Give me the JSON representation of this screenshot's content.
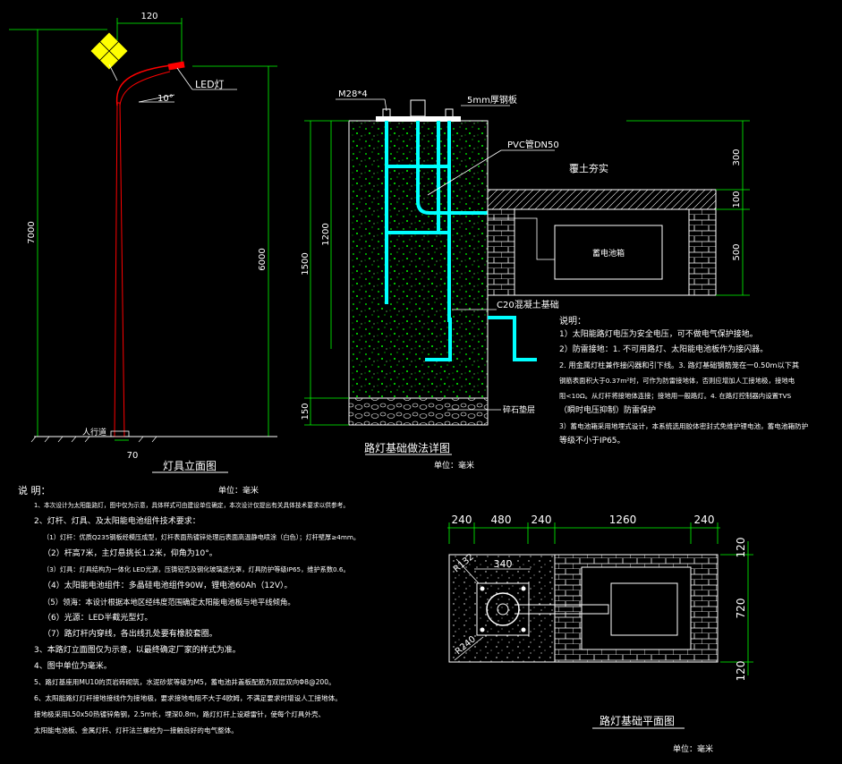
{
  "elevation": {
    "dim_top": "120",
    "dim_total_height": "7000",
    "dim_pole_height": "6000",
    "dim_base": "70",
    "angle": "10°",
    "led_label": "LED灯",
    "ground_label": "人行道",
    "title": "灯具立面图"
  },
  "foundation_detail": {
    "bolt_label": "M28*4",
    "plate_label": "5mm厚钢板",
    "pvc_label": "PVC管DN50",
    "soil_label": "覆土夯实",
    "battery_label": "蓄电池箱",
    "concrete_label": "C20混凝土基础",
    "gravel_label": "碎石垫层",
    "dim_1500": "1500",
    "dim_1200": "1200",
    "dim_150": "150",
    "dim_300": "300",
    "dim_100": "100",
    "dim_500": "500",
    "title": "路灯基础做法详图",
    "unit": "单位：毫米"
  },
  "right_notes": {
    "heading": "说明：",
    "lines": [
      "1）太阳能路灯电压为安全电压，可不做电气保护接地。",
      "2）防雷接地：1. 不可用路灯、太阳能电池板作为接闪器。",
      "2. 用金属灯柱兼作接闪器和引下线。3. 路灯基础钢筋笼在一0.50m以下其",
      "钢筋表面积大于0.37m²时，可作为防雷接地体，否则应增加人工接地极，接地电",
      "阻<10Ω。从灯杆将接地体连接；接地用一般路灯。4. 在路灯控制器内设置TVS",
      "（瞬时电压抑制）防雷保护",
      "3）蓄电池箱采用地埋式设计，本系统选用胶体密封式免维护锂电池，蓄电池箱防护",
      "等级不小于IP65。"
    ]
  },
  "left_notes": {
    "heading": "说  明：",
    "unit": "单位：毫米",
    "lines": [
      "1、本次设计为太阳能路灯，图中仅为示意，具体样式可由建设单位确定，本次设计仅提出有关具体技术要求以供参考。",
      "2、灯杆、灯具、及太阳能电池组件技术要求：",
      "（1）灯杆：优质Q235钢板经模压成型，灯杆表面热镀锌处理后表面高温静电喷涂（白色）；灯杆壁厚≥4mm。",
      "（2）杆高7米，主灯悬挑长1.2米，仰角为10°。",
      "（3）灯具：灯具结构为一体化 LED光源，压铸铝壳及钢化玻璃透光罩，灯具防护等级IP65，维护系数0.6。",
      "（4）太阳能电池组件：多晶硅电池组件90W，锂电池60Ah（12V）。",
      "（5）领海：本设计根据本地区经纬度范围确定太阳能电池板与地平线倾角。",
      "（6）光源：LED半截光型灯。",
      "（7）路灯杆内穿线，各出线孔处要有橡胶套圈。",
      "3、本路灯立面图仅为示意，以最终确定厂家的样式为准。",
      "4、图中单位为毫米。",
      "5、路灯基座用MU10的页岩砖砌筑，水泥砂浆等级为M5，蓄电池井盖板配筋为双层双向Φ8@200。",
      "6、太阳能路灯灯杆接地接线作为接地极，要求接地电阻不大于4欧姆，不满足要求时增设人工接地体。",
      "接地极采用L50x50热镀锌角钢，2.5m长，埋深0.8m，路灯灯杆上设避雷针，使每个灯具外壳、",
      "太阳能电池板、金属灯杆、灯杆法兰螺栓为一接触良好的电气整体。"
    ]
  },
  "plan": {
    "dims_top": [
      "240",
      "480",
      "240",
      "1260",
      "240"
    ],
    "dims_right": [
      "120",
      "720",
      "120"
    ],
    "dim_340": "340",
    "r132": "R132",
    "r240": "R240",
    "title": "路灯基础平面图",
    "unit": "单位：毫米"
  },
  "colors": {
    "cyan": "#00ffff",
    "green": "#00ff00",
    "red": "#ff0000",
    "yellow": "#ffff00",
    "white": "#ffffff"
  }
}
